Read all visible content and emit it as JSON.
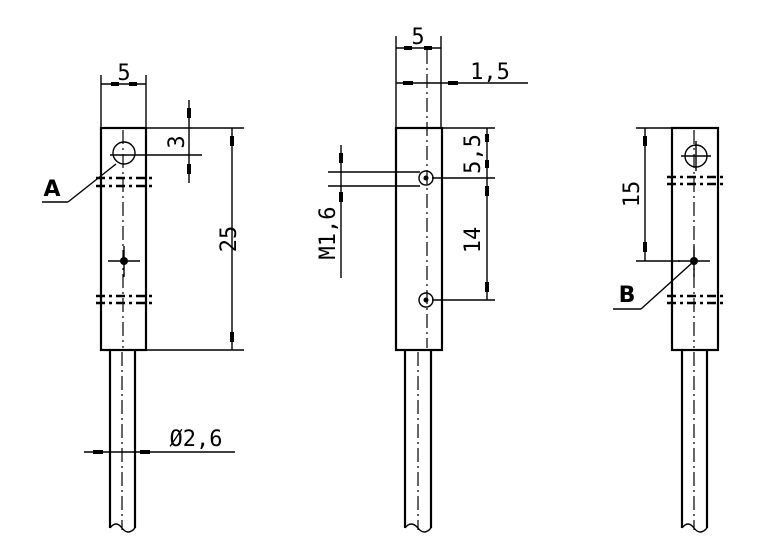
{
  "views": {
    "left": {
      "width_dim": "5",
      "hole_offset_dim": "3",
      "length_dim": "25",
      "cable_dia_dim": "Ø2,6",
      "ref_label": "A"
    },
    "middle": {
      "width_dim": "5",
      "offset_dim": "1,5",
      "top_hole_dim": "5,5",
      "spacing_dim": "14",
      "thread_dim": "M1,6"
    },
    "right": {
      "height_dim": "15",
      "ref_label": "B"
    }
  }
}
